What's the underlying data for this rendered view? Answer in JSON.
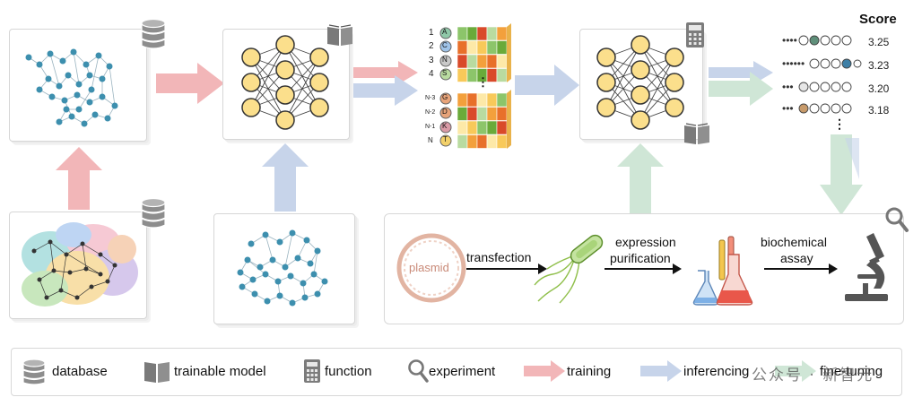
{
  "score": {
    "title": "Score",
    "values": [
      "3.25",
      "3.23",
      "3.20",
      "3.18"
    ]
  },
  "sequence": {
    "top_indices": [
      "1",
      "2",
      "3",
      "4"
    ],
    "top_residues": [
      "A",
      "C",
      "N",
      "S"
    ],
    "bottom_indices": [
      "N-3",
      "N-2",
      "N-1",
      "N"
    ],
    "bottom_residues": [
      "G",
      "D",
      "K",
      "T"
    ]
  },
  "experiment": {
    "plasmid": "plasmid",
    "step1": "transfection",
    "step2_line1": "expression",
    "step2_line2": "purification",
    "step3_line1": "biochemical",
    "step3_line2": "assay"
  },
  "legend": {
    "database": "database",
    "trainable_model": "trainable model",
    "function": "function",
    "experiment": "experiment",
    "training": "training",
    "inferencing": "inferencing",
    "fine_tuning": "fine-tuning"
  },
  "colors": {
    "training": "#f2b6b8",
    "inferencing": "#c7d4ea",
    "fine_tuning": "#cfe6d6",
    "node": "#fbdf8c",
    "graph_node": "#3d8fae"
  },
  "icons": [
    "database-icon",
    "book-icon",
    "calculator-icon",
    "magnifier-icon",
    "microscope-icon",
    "bacterium-icon",
    "flask-icon"
  ],
  "watermark": {
    "text": "公众号 · 新智元"
  }
}
